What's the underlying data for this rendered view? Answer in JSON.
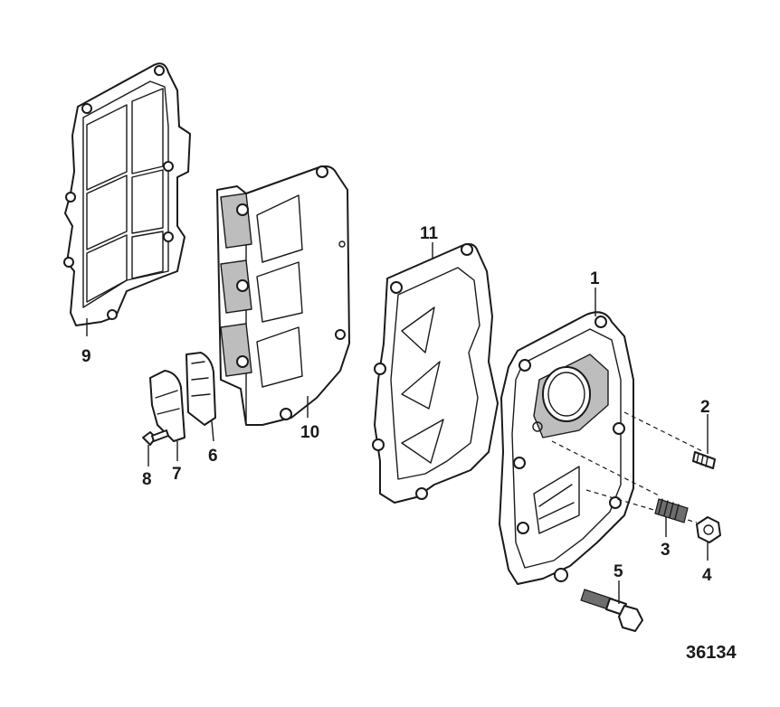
{
  "figure_number": "36134",
  "callouts": {
    "c1": "1",
    "c2": "2",
    "c3": "3",
    "c4": "4",
    "c5": "5",
    "c6": "6",
    "c7": "7",
    "c8": "8",
    "c9": "9",
    "c10": "10",
    "c11": "11"
  }
}
